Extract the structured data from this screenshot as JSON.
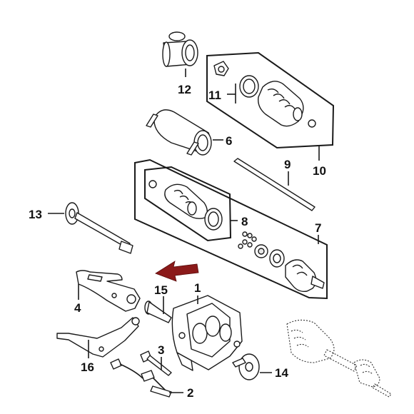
{
  "diagram": {
    "callouts": {
      "c1": "1",
      "c2": "2",
      "c3": "3",
      "c4": "4",
      "c6": "6",
      "c7": "7",
      "c8": "8",
      "c9": "9",
      "c10": "10",
      "c11": "11",
      "c12": "12",
      "c13": "13",
      "c14": "14",
      "c15": "15",
      "c16": "16"
    },
    "colors": {
      "arrow": "#8b1a1a",
      "line": "#1a1a1a",
      "background": "#ffffff"
    }
  }
}
